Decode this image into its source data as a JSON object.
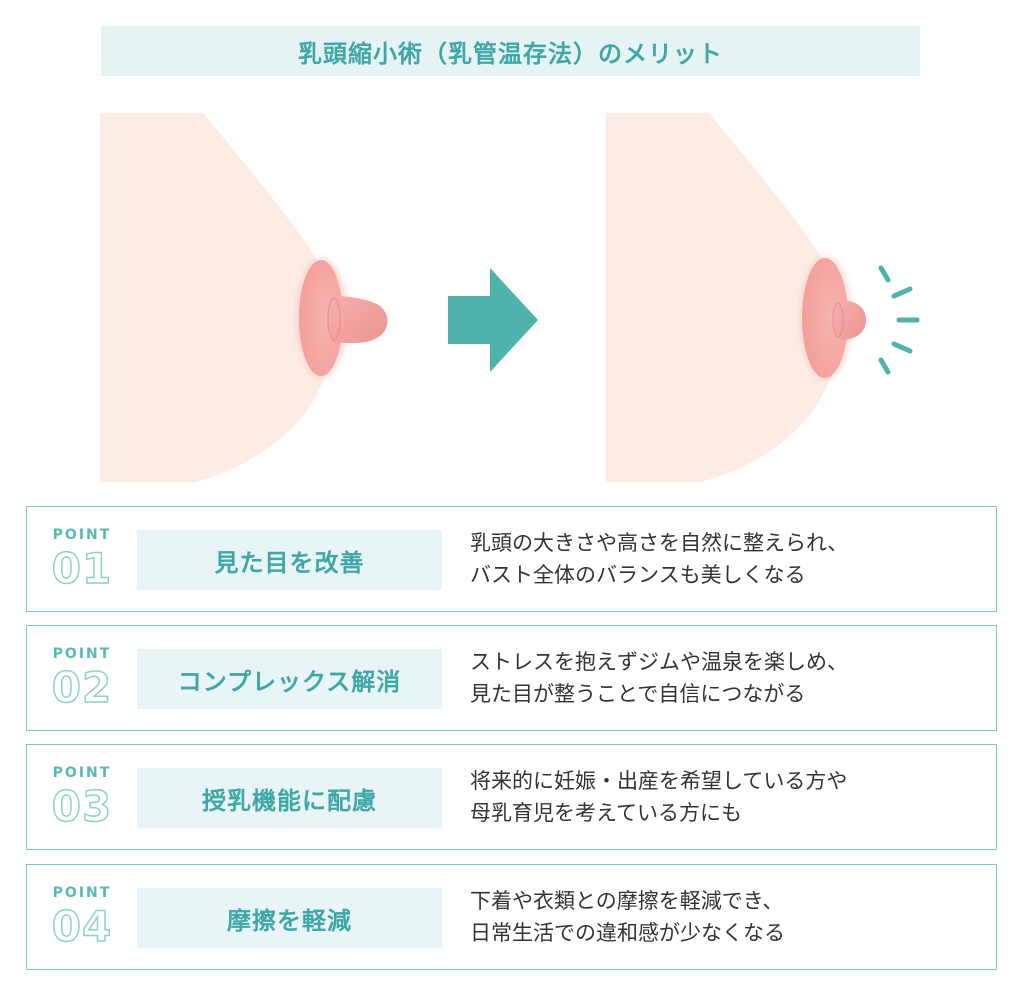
{
  "title": "乳頭縮小術（乳管温存法）のメリット",
  "colors": {
    "accent": "#3fa8a6",
    "arrow": "#4fb3ad",
    "skin": "#fdebe4",
    "nipple": "#f4a6a3"
  },
  "illustration": {
    "before_icon": "breast-before-icon",
    "arrow_icon": "right-arrow-icon",
    "after_icon": "breast-after-icon",
    "sparkle_icon": "sparkle-lines-icon"
  },
  "points": [
    {
      "label": "POINT",
      "number": "01",
      "heading": "見た目を改善",
      "desc_lines": [
        "乳頭の大きさや高さを自然に整えられ、",
        "バスト全体のバランスも美しくなる"
      ]
    },
    {
      "label": "POINT",
      "number": "02",
      "heading": "コンプレックス解消",
      "desc_lines": [
        "ストレスを抱えずジムや温泉を楽しめ、",
        "見た目が整うことで自信につながる"
      ]
    },
    {
      "label": "POINT",
      "number": "03",
      "heading": "授乳機能に配慮",
      "desc_lines": [
        "将来的に妊娠・出産を希望している方や",
        "母乳育児を考えている方にも"
      ]
    },
    {
      "label": "POINT",
      "number": "04",
      "heading": "摩擦を軽減",
      "desc_lines": [
        "下着や衣類との摩擦を軽減でき、",
        "日常生活での違和感が少なくなる"
      ]
    }
  ]
}
